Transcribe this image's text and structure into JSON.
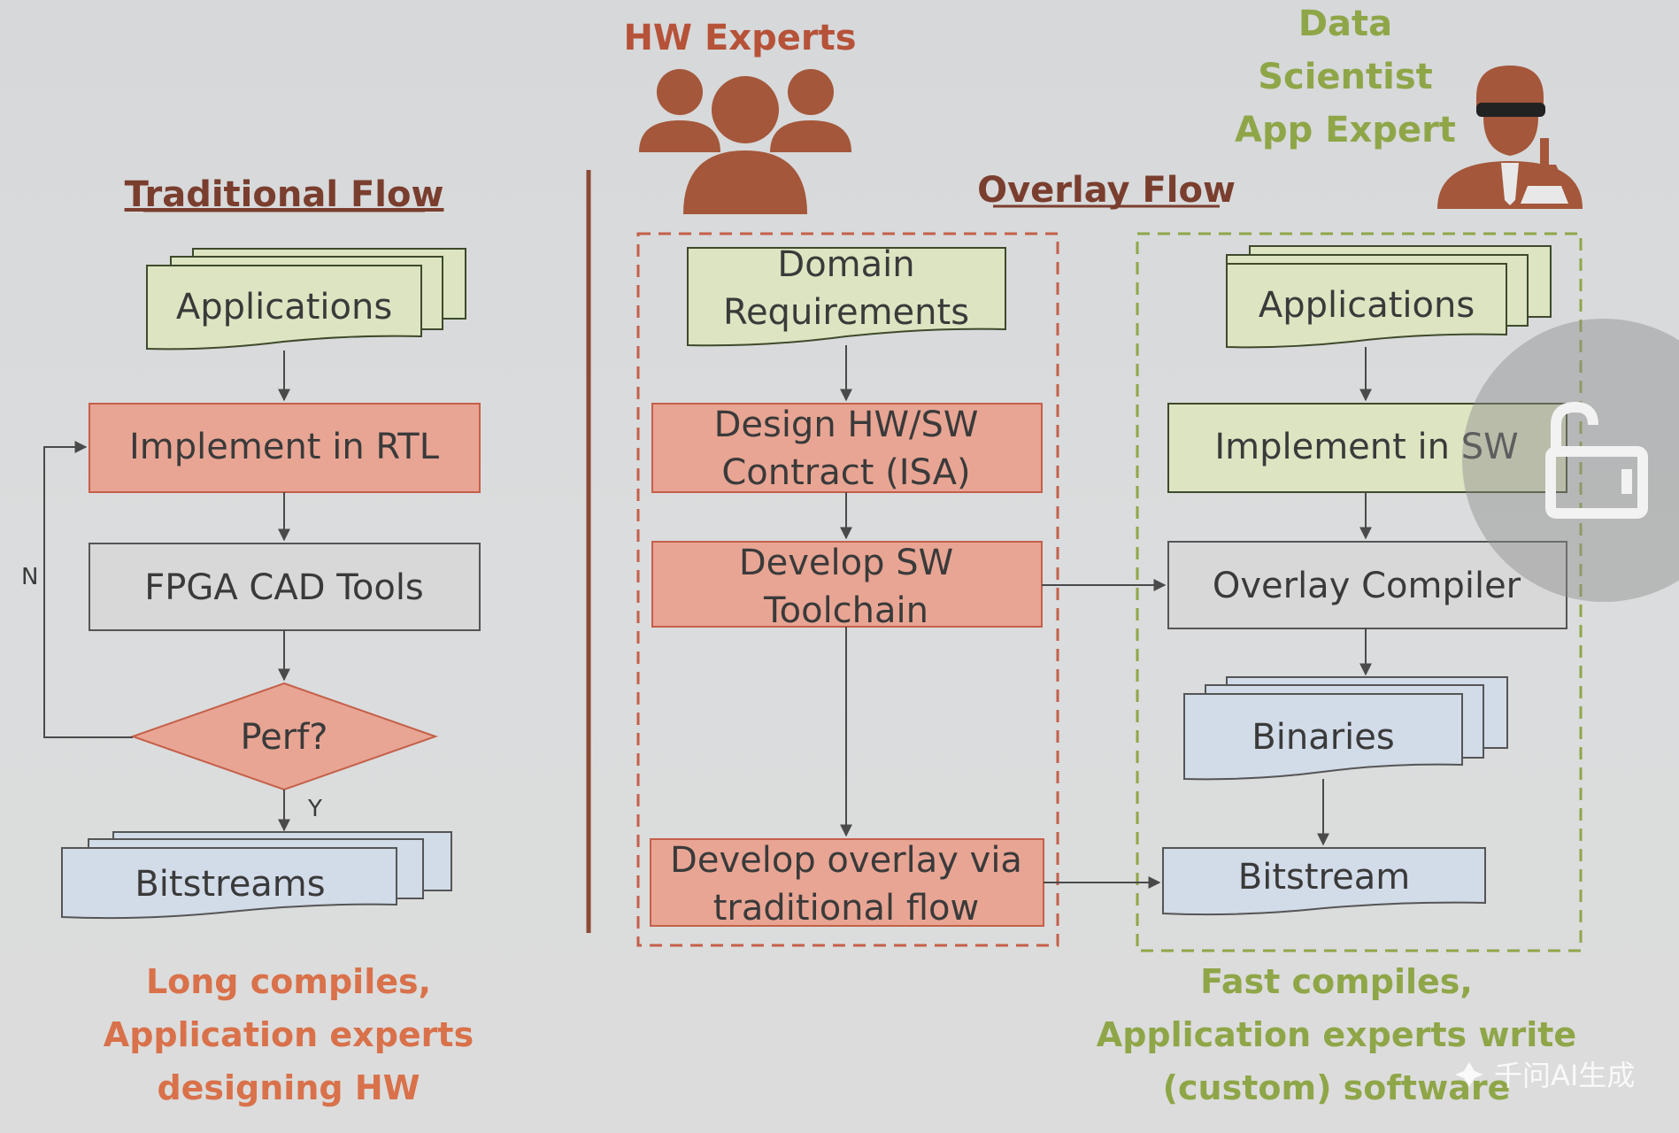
{
  "colors": {
    "red_fill": "#e8a594",
    "red_stroke": "#c5604a",
    "green_fill": "#dce4c1",
    "green_stroke": "#3e4a2c",
    "blue_fill": "#d2dbe8",
    "gray_fill": "#d8d8d8",
    "heading_red": "#b65238",
    "heading_green": "#8fa648",
    "icon_brown": "#a4573a"
  },
  "traditional": {
    "title": "Traditional Flow",
    "applications": "Applications",
    "implement_rtl": "Implement in RTL",
    "cad_tools": "FPGA CAD Tools",
    "decision": "Perf?",
    "no_label": "N",
    "yes_label": "Y",
    "bitstreams": "Bitstreams",
    "caption": [
      "Long compiles,",
      "Application experts",
      "designing HW"
    ]
  },
  "hw_experts": {
    "title": "HW Experts",
    "icon": "people-group-icon"
  },
  "overlay": {
    "title": "Overlay Flow",
    "domain_req": [
      "Domain",
      "Requirements"
    ],
    "contract": [
      "Design HW/SW",
      "Contract (ISA)"
    ],
    "toolchain": [
      "Develop SW",
      "Toolchain"
    ],
    "develop_overlay": [
      "Develop overlay via",
      "traditional flow"
    ],
    "applications": "Applications",
    "implement_sw": "Implement in SW",
    "compiler": "Overlay Compiler",
    "binaries": "Binaries",
    "bitstream": "Bitstream",
    "caption": [
      "Fast compiles,",
      "Application experts write",
      "(custom) software"
    ]
  },
  "scientist": {
    "title": [
      "Data",
      "Scientist",
      "App Expert"
    ],
    "icon": "scientist-icon"
  },
  "overlay_ui": {
    "icon": "unlock-icon"
  },
  "watermark": {
    "text": "千问AI生成",
    "icon": "sparkle-icon"
  }
}
